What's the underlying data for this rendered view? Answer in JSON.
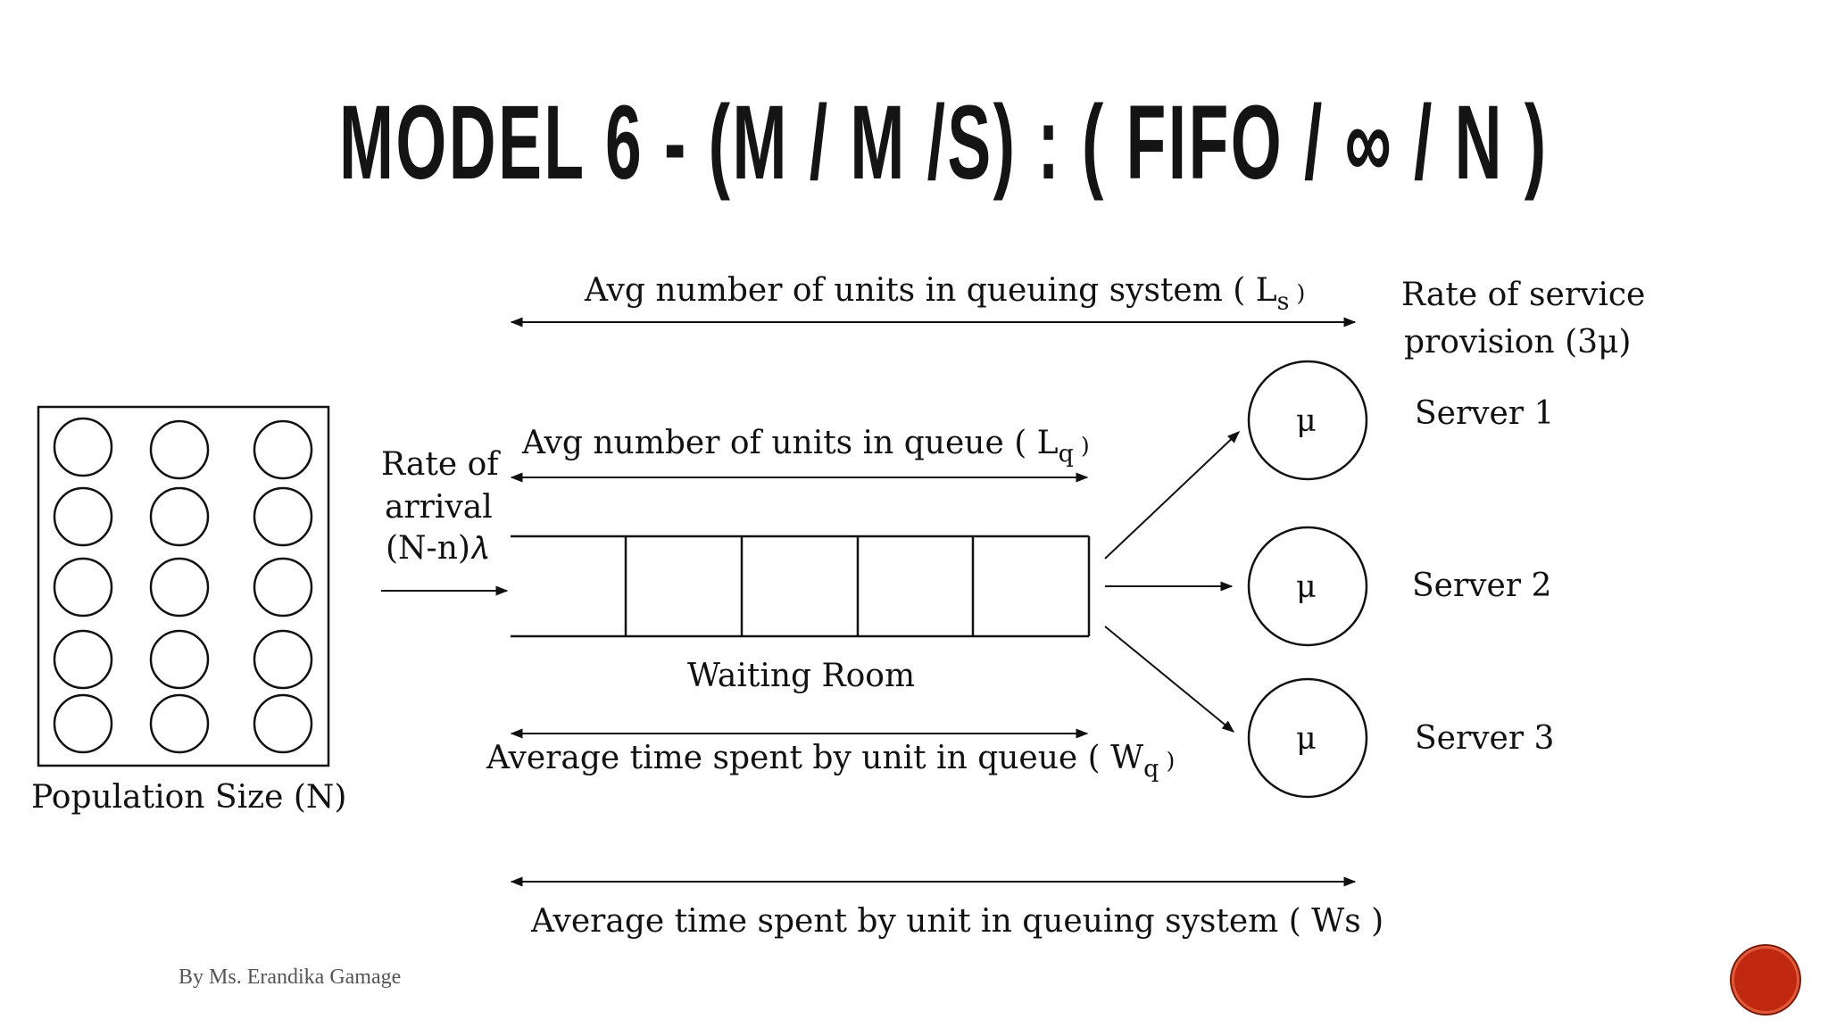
{
  "title": "MODEL 6 - (M / M /S) : ( FIFO / ∞ / N )",
  "labels": {
    "ls_label": "Avg number of units in queuing system ( L",
    "ls_sub": "s",
    "ls_close": " )",
    "lq_label": "Avg number of units in queue ( L",
    "lq_sub": "q",
    "lq_close": " )",
    "wq_label": "Average time spent by unit in queue ( W",
    "wq_sub": "q",
    "wq_close": " )",
    "ws_label": "Average time spent by unit in queuing system ( Ws )",
    "arrival_line1": "Rate of",
    "arrival_line2": "arrival",
    "arrival_line3": "(N-n)𝜆",
    "service_line1": "Rate of service",
    "service_line2": "provision (3μ)",
    "waiting_room": "Waiting Room",
    "population": "Population Size (N)"
  },
  "servers": [
    {
      "name": "Server 1",
      "symbol": "μ"
    },
    {
      "name": "Server 2",
      "symbol": "μ"
    },
    {
      "name": "Server 3",
      "symbol": "μ"
    }
  ],
  "footer": "By Ms. Erandika Gamage",
  "colors": {
    "nav_button": "#c0280f",
    "ink": "#111111"
  }
}
